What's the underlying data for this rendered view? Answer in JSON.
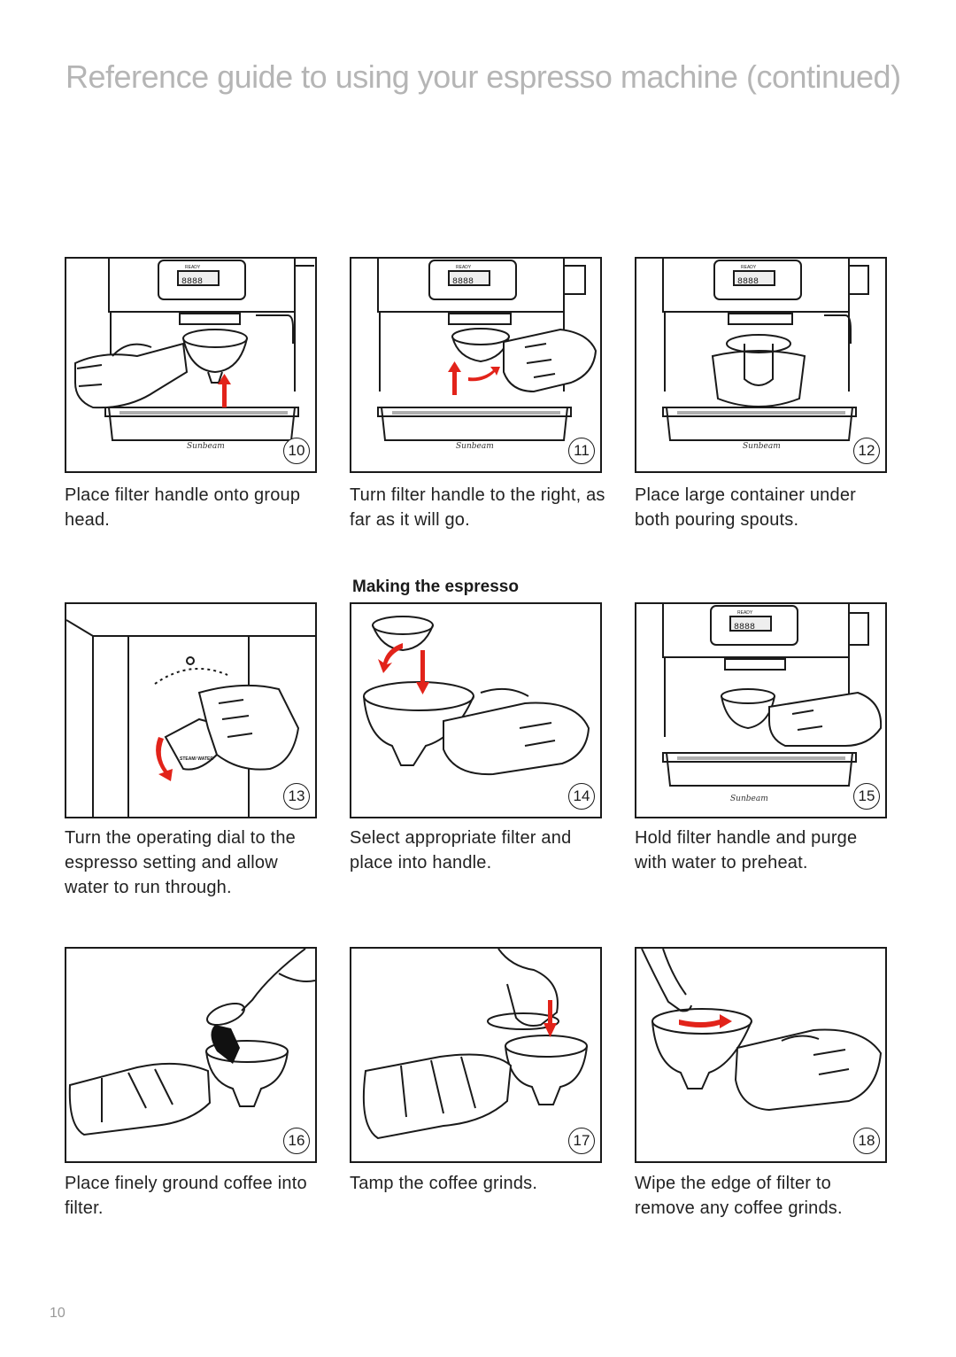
{
  "header": {
    "title": "Reference guide to using your espresso machine (continued)"
  },
  "section": {
    "heading": "Making the espresso"
  },
  "display": {
    "ready": "READY",
    "digits": "8888",
    "brand": "Sunbeam"
  },
  "steps": [
    {
      "number": "10",
      "caption": "Place filter handle onto group head."
    },
    {
      "number": "11",
      "caption": "Turn filter handle to the right, as far as it will go."
    },
    {
      "number": "12",
      "caption": "Place large container under both pouring spouts."
    },
    {
      "number": "13",
      "caption": "Turn the operating dial to the espresso setting and allow water to run through.",
      "dial_label": "STEAM/ WATER"
    },
    {
      "number": "14",
      "caption": "Select appropriate filter and place into handle."
    },
    {
      "number": "15",
      "caption": "Hold filter handle and purge with water to preheat."
    },
    {
      "number": "16",
      "caption": "Place finely ground coffee into filter."
    },
    {
      "number": "17",
      "caption": "Tamp the coffee grinds."
    },
    {
      "number": "18",
      "caption": "Wipe the edge of filter to remove any coffee grinds."
    }
  ],
  "colors": {
    "arrow": "#e2231a",
    "line": "#1a1a1a",
    "title": "#b5b5b5"
  },
  "footer": {
    "page_number": "10"
  }
}
